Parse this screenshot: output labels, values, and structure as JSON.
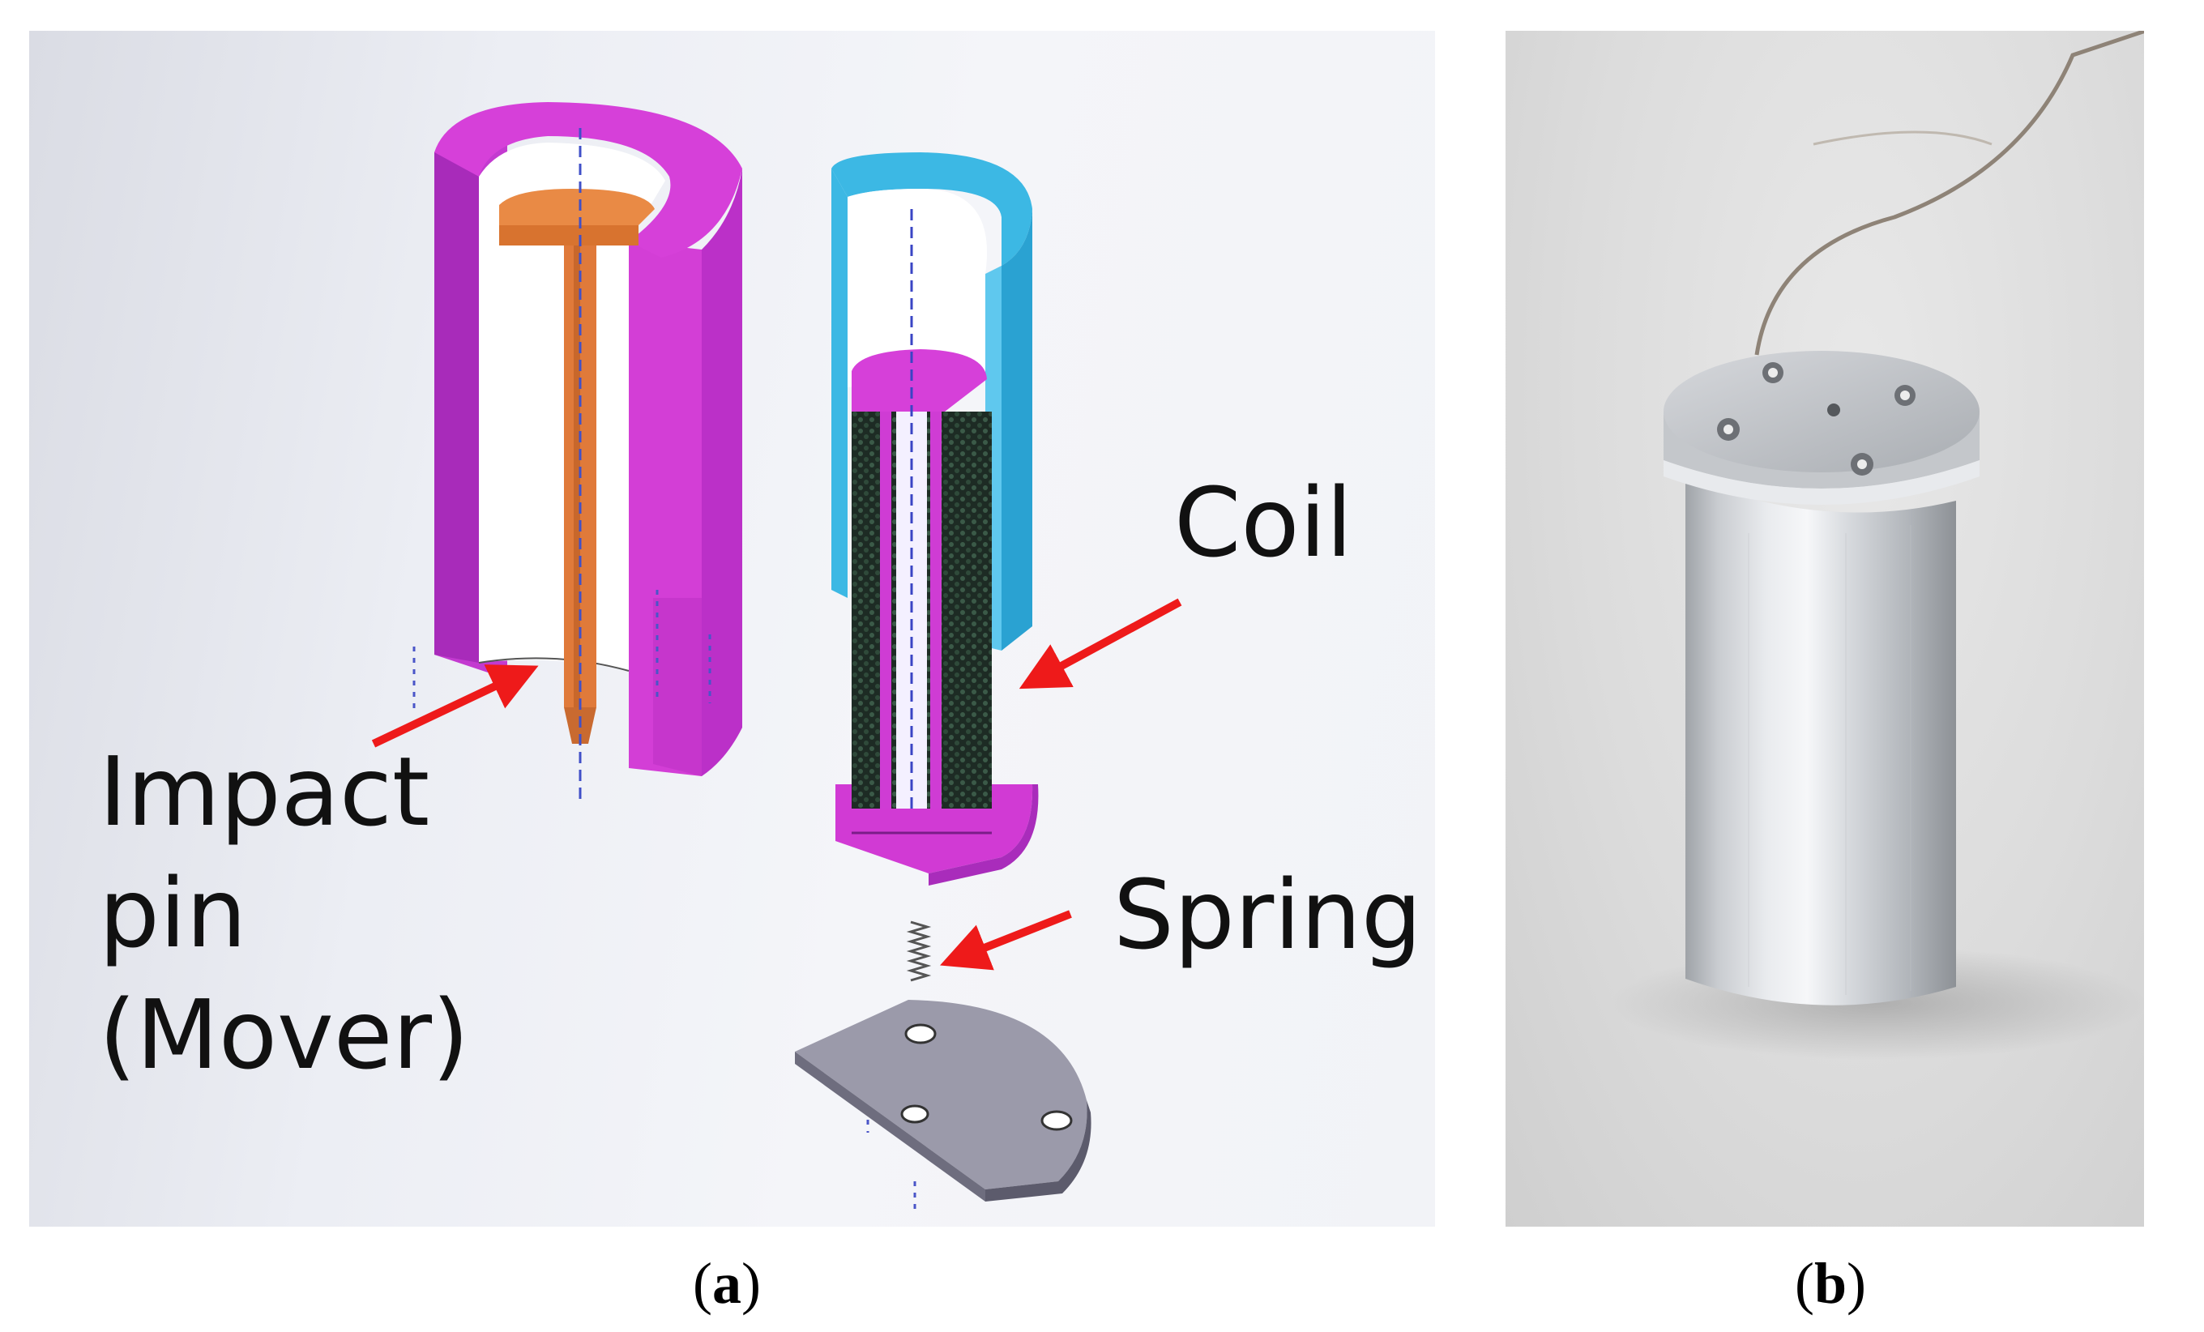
{
  "panel_a": {
    "labels": {
      "coil": "Coil",
      "spring": "Spring",
      "impact_line1": "Impact",
      "impact_line2": "pin",
      "impact_line3": "(Mover)"
    },
    "caption_letter": "a"
  },
  "panel_b": {
    "caption_letter": "b"
  },
  "colors": {
    "housing": "#d13ad4",
    "cap": "#b035c8",
    "pin": "#e07a3a",
    "shell": "#36b4e2",
    "coil": "#1b2a22",
    "plate": "#9a9aa8",
    "arrow": "#ee1a1a"
  }
}
